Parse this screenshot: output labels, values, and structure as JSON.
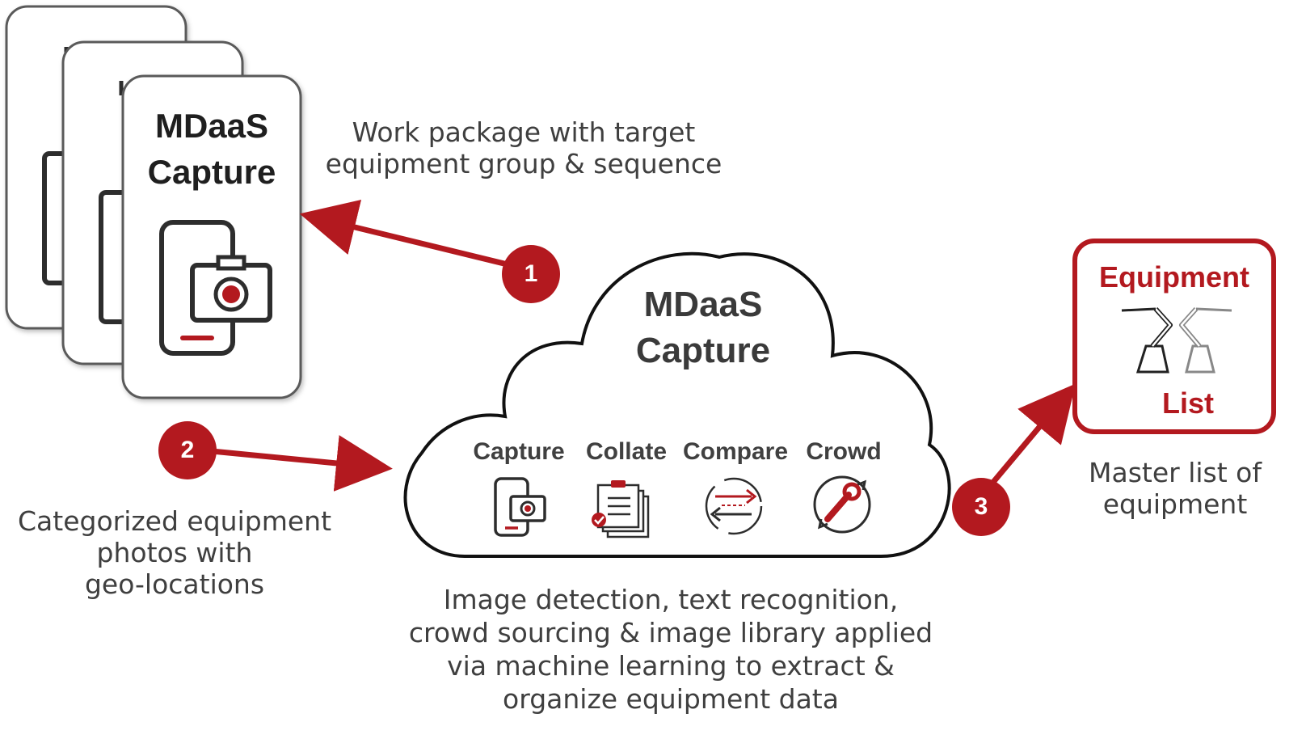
{
  "app_cards": {
    "title_line1": "MDaaS",
    "title_line2": "Capture"
  },
  "cloud": {
    "title_line1": "MDaaS",
    "title_line2": "Capture",
    "features": [
      {
        "label": "Capture",
        "icon": "phone-camera-icon"
      },
      {
        "label": "Collate",
        "icon": "clipboard-stack-icon"
      },
      {
        "label": "Compare",
        "icon": "compare-arrows-icon"
      },
      {
        "label": "Crowd",
        "icon": "wrench-cycle-icon"
      }
    ]
  },
  "steps": [
    {
      "number": "1",
      "lines": [
        "Work package with target",
        "equipment group & sequence"
      ]
    },
    {
      "number": "2",
      "lines": [
        "Categorized equipment",
        "photos with",
        "geo-locations"
      ]
    },
    {
      "number": "3",
      "lines": [
        "Master list of",
        "equipment"
      ]
    }
  ],
  "cloud_caption": [
    "Image detection, text recognition,",
    "crowd sourcing & image library applied",
    "via machine learning to extract &",
    "organize equipment data"
  ],
  "equipment_box": {
    "title": "Equipment",
    "subtitle": "List",
    "icon": "robot-arm-icon"
  },
  "colors": {
    "accent_red": "#b3191f",
    "outline": "#4a4a4a",
    "text": "#3f3f3f"
  }
}
